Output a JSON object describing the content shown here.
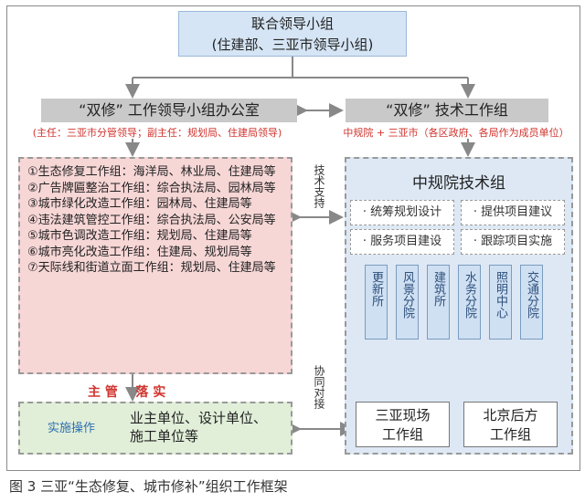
{
  "top": {
    "line1": "联合领导小组",
    "line2": "(住建部、三亚市领导小组)"
  },
  "office": {
    "title": "“双修” 工作领导小组办公室",
    "sub": "(主任：三亚市分管领导；副主任：规划局、住建局领导)"
  },
  "tech": {
    "title": "“双修”  技术工作组",
    "sub": "中规院 + 三亚市（各区政府、各局作为成员单位）"
  },
  "groups": [
    "①生态修复工作组：海洋局、林业局、住建局等",
    "②广告牌匾整治工作组：综合执法局、园林局等",
    "③城市绿化改造工作组：园林局、住建局等",
    "④违法建筑管控工作组：综合执法局、公安局等",
    "⑤城市色调改造工作组：规划局、住建局等",
    "⑥城市亮化改造工作组：住建局、规划局等",
    "⑦天际线和街道立面工作组：规划局、住建局等"
  ],
  "support": "技术支持",
  "coop": "协同对接",
  "supervise": "主 管    落 实",
  "impl": {
    "label": "实施操作",
    "units": "业主单位、设计单位、施工单位等"
  },
  "cpg": {
    "title": "中规院技术组",
    "items": [
      "· 统筹规划设计",
      "· 提供项目建议",
      "· 服务项目建设",
      "· 跟踪项目实施"
    ],
    "depts": [
      "更新所",
      "风景分院",
      "建筑所",
      "水务分院",
      "照明中心",
      "交通分院"
    ]
  },
  "workgroups": [
    "三亚现场工作组",
    "北京后方工作组"
  ],
  "caption": "图 3  三亚“生态修复、城市修补”组织工作框架"
}
